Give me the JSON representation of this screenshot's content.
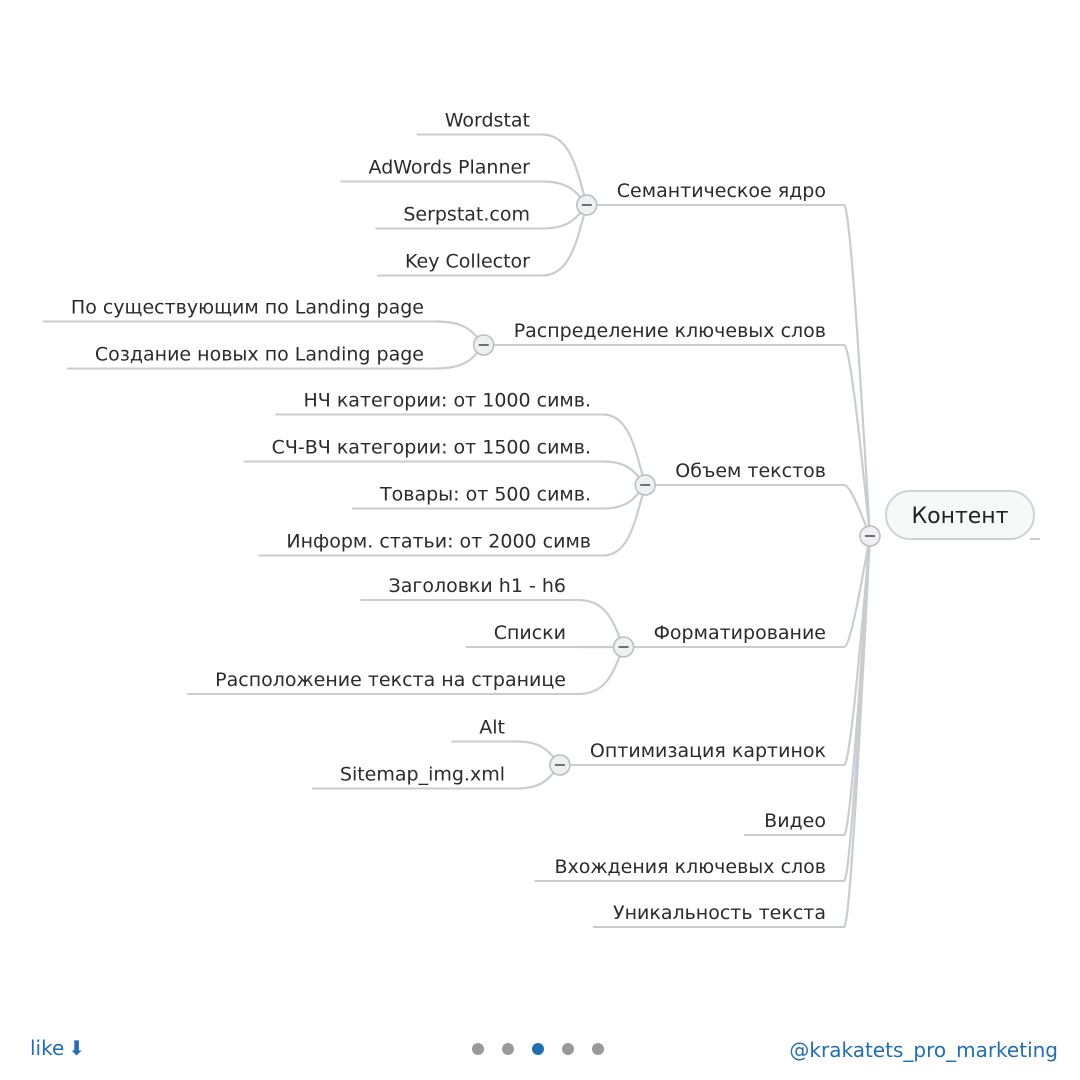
{
  "mindmap": {
    "root": "Контент",
    "branches": [
      {
        "label": "Семантическое ядро",
        "children": [
          "Wordstat",
          "AdWords Planner",
          "Serpstat.com",
          "Key Collector"
        ]
      },
      {
        "label": "Распределение ключевых слов",
        "children": [
          "По существующим по Landing page",
          "Создание новых по Landing page"
        ]
      },
      {
        "label": "Объем текстов",
        "children": [
          "НЧ категории: от 1000 симв.",
          "СЧ-ВЧ категории: от 1500 симв.",
          "Товары: от 500 симв.",
          "Информ. статьи: от 2000 симв"
        ]
      },
      {
        "label": "Форматирование",
        "children": [
          "Заголовки h1 - h6",
          "Списки",
          "Расположение текста на странице"
        ]
      },
      {
        "label": "Оптимизация картинок",
        "children": [
          "Alt",
          "Sitemap_img.xml"
        ]
      },
      {
        "label": "Видео",
        "children": []
      },
      {
        "label": "Вхождения ключевых слов",
        "children": []
      },
      {
        "label": "Уникальность текста",
        "children": []
      }
    ]
  },
  "footer": {
    "like_label": "like",
    "like_icon": "arrow-down-icon",
    "handle": "@krakatets_pro_marketing",
    "pager": {
      "total": 5,
      "active_index": 2
    },
    "accent_color": "#1f6fb2"
  }
}
